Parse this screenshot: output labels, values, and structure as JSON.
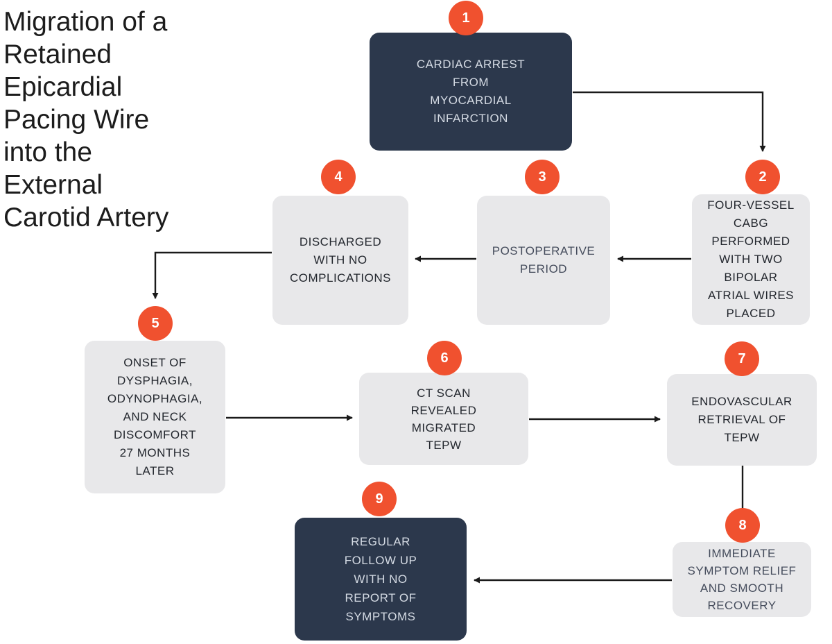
{
  "title_lines": [
    "Migration of a",
    "Retained",
    "Epicardial",
    "Pacing Wire",
    "into the",
    "External",
    "Carotid Artery"
  ],
  "steps": [
    {
      "number": "1",
      "label": "CARDIAC ARREST\nFROM\nMYOCARDIAL\nINFARCTION",
      "style": "dark"
    },
    {
      "number": "2",
      "label": "FOUR-VESSEL\nCABG\nPERFORMED\nWITH TWO\nBIPOLAR\nATRIAL WIRES\nPLACED",
      "style": "light"
    },
    {
      "number": "3",
      "label": "POSTOPERATIVE\nPERIOD",
      "style": "light-muted"
    },
    {
      "number": "4",
      "label": "DISCHARGED\nWITH NO\nCOMPLICATIONS",
      "style": "light"
    },
    {
      "number": "5",
      "label": "ONSET OF\nDYSPHAGIA,\nODYNOPHAGIA,\nAND NECK\nDISCOMFORT\n27 MONTHS\nLATER",
      "style": "light"
    },
    {
      "number": "6",
      "label": "CT SCAN\nREVEALED\nMIGRATED\nTEPW",
      "style": "light"
    },
    {
      "number": "7",
      "label": "ENDOVASCULAR\nRETRIEVAL OF\nTEPW",
      "style": "light"
    },
    {
      "number": "8",
      "label": "IMMEDIATE\nSYMPTOM RELIEF\nAND SMOOTH\nRECOVERY",
      "style": "light-muted"
    },
    {
      "number": "9",
      "label": "REGULAR\nFOLLOW UP\nWITH NO\nREPORT OF\nSYMPTOMS",
      "style": "dark"
    }
  ],
  "edges": [
    {
      "from": "1",
      "to": "2",
      "arrowhead": true
    },
    {
      "from": "2",
      "to": "3",
      "arrowhead": true
    },
    {
      "from": "3",
      "to": "4",
      "arrowhead": true
    },
    {
      "from": "4",
      "to": "5",
      "arrowhead": true
    },
    {
      "from": "5",
      "to": "6",
      "arrowhead": true
    },
    {
      "from": "6",
      "to": "7",
      "arrowhead": true
    },
    {
      "from": "7",
      "to": "8",
      "arrowhead": false
    },
    {
      "from": "8",
      "to": "9",
      "arrowhead": true
    }
  ],
  "colors": {
    "background": "#ffffff",
    "badge": "#f0512f",
    "badge_text": "#ffffff",
    "dark_box": "#2c384c",
    "dark_box_text": "#d5dbe4",
    "light_box": "#e8e8ea",
    "light_box_text": "#23272e",
    "light_box_muted_text": "#454c5c",
    "arrow": "#1a1a1a",
    "title_text": "#1c1c1c"
  }
}
